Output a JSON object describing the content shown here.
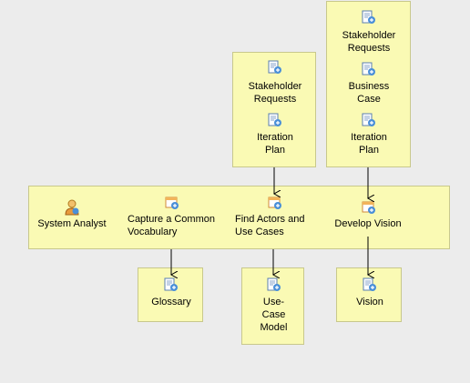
{
  "colors": {
    "background": "#ececec",
    "box_fill": "#fafab4",
    "box_border": "#c8c88c",
    "arrow": "#000000"
  },
  "role": {
    "label": "System Analyst",
    "icon": "role-person-icon"
  },
  "tasks": [
    {
      "id": "capture",
      "label": "Capture a Common\nVocabulary",
      "icon": "task-icon"
    },
    {
      "id": "find",
      "label": "Find Actors and\nUse Cases",
      "icon": "task-icon"
    },
    {
      "id": "develop",
      "label": "Develop Vision",
      "icon": "task-icon"
    }
  ],
  "inputs": {
    "find": [
      {
        "label": "Stakeholder\nRequests",
        "icon": "artifact-icon"
      },
      {
        "label": "Iteration\nPlan",
        "icon": "artifact-icon"
      }
    ],
    "develop": [
      {
        "label": "Stakeholder\nRequests",
        "icon": "artifact-icon"
      },
      {
        "label": "Business\nCase",
        "icon": "artifact-icon"
      },
      {
        "label": "Iteration\nPlan",
        "icon": "artifact-icon"
      }
    ]
  },
  "outputs": {
    "capture": {
      "label": "Glossary",
      "icon": "artifact-icon"
    },
    "find": {
      "label": "Use-\nCase\nModel",
      "icon": "artifact-icon"
    },
    "develop": {
      "label": "Vision",
      "icon": "artifact-icon"
    }
  }
}
